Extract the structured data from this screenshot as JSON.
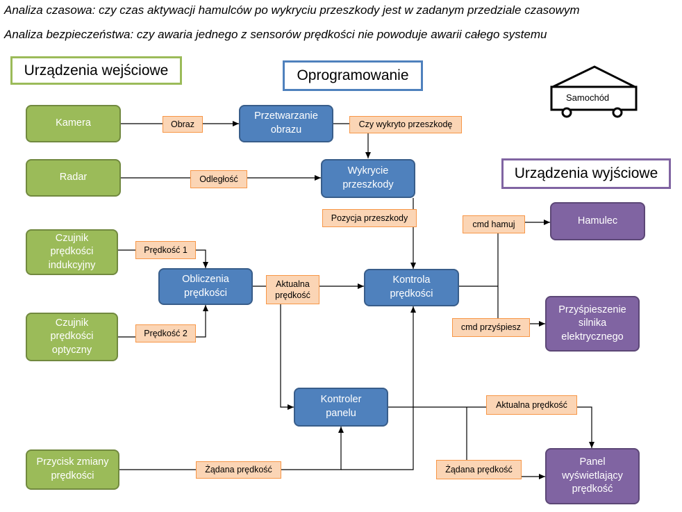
{
  "analyses": [
    "Analiza czasowa: czy czas aktywacji hamulców po wykryciu przeszkody jest w zadanym przedziale czasowym",
    "Analiza bezpieczeństwa: czy awaria jednego z sensorów prędkości nie powoduje awarii całego systemu"
  ],
  "sections": {
    "inputs": "Urządzenia wejściowe",
    "software": "Oprogramowanie",
    "outputs": "Urządzenia wyjściowe"
  },
  "car_label": "Samochód",
  "input_devices": {
    "camera": "Kamera",
    "radar": "Radar",
    "inductive_sensor": "Czujnik\nprędkości\nindukcyjny",
    "optical_sensor": "Czujnik\nprędkości\noptyczny",
    "speed_button": "Przycisk zmiany\nprędkości"
  },
  "software_blocks": {
    "image_processing": "Przetwarzanie\nobrazu",
    "obstacle_detection": "Wykrycie\nprzeszkody",
    "speed_calc": "Obliczenia\nprędkości",
    "control": "Kontrola\nprędkości",
    "panel_controller": "Kontroler\npanelu"
  },
  "output_devices": {
    "brake": "Hamulec",
    "accelerator": "Przyśpieszenie\nsilnika\nelektrycznego",
    "display": "Panel\nwyświetlający\nprędkość"
  },
  "signals": {
    "image": "Obraz",
    "obstacle_detected": "Czy wykryto przeszkodę",
    "distance": "Odległość",
    "obstacle_position": "Pozycja przeszkody",
    "speed1": "Prędkość 1",
    "speed2": "Prędkość 2",
    "current_speed": "Aktualna\nprędkość",
    "cmd_brake": "cmd hamuj",
    "cmd_accel": "cmd przyśpiesz",
    "current_speed_out": "Aktualna prędkość",
    "requested_speed_in": "Żądana prędkość",
    "requested_speed_out": "Żądana prędkość"
  },
  "colors": {
    "input": "#9bbb59",
    "software": "#4f81bd",
    "output": "#8064a2",
    "signal": "#fbd5b5"
  }
}
